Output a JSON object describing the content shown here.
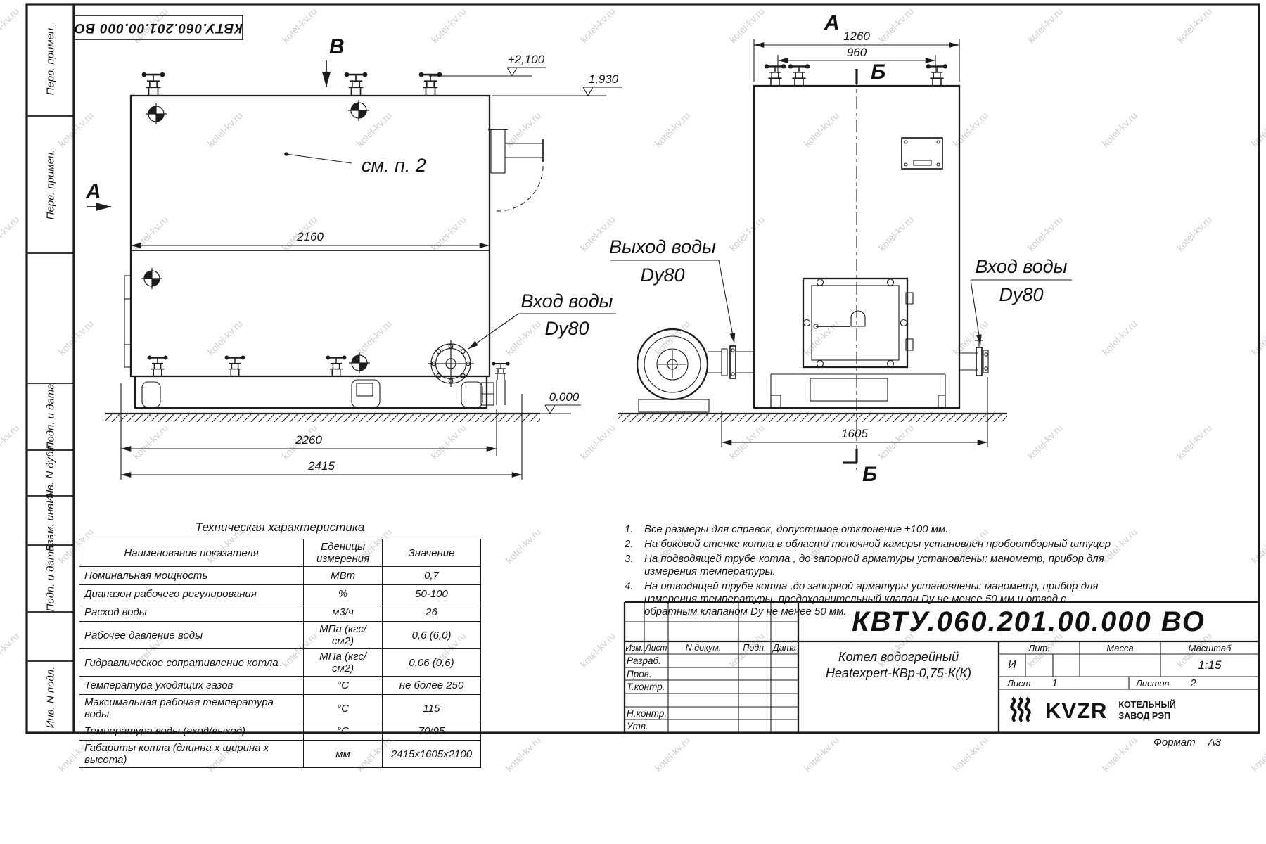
{
  "watermark": "kotel-kv.ru",
  "stamp_top_code": "КВТУ.060.201.00.000  ВО",
  "side_column": {
    "box1": "Перв. примен.",
    "box2": "Перв. примен.",
    "box3": "Подп. и дата",
    "box4": "Инв. N дубл.",
    "box5": "Взам. инв. N",
    "box6": "Подп. и дата",
    "box7": "Инв. N подл."
  },
  "drawing": {
    "view_b": "В",
    "view_a_left": "А",
    "view_a_right": "А",
    "section_b_top": "Б",
    "section_b_bottom": "Б",
    "see_item": "см. п. 2",
    "inlet_left": {
      "line1": "Вход воды",
      "line2": "Dy80"
    },
    "outlet_right_view": {
      "line1": "Выход воды",
      "line2": "Dy80"
    },
    "inlet_right_view": {
      "line1": "Вход воды",
      "line2": "Dy80"
    },
    "dims": {
      "width_top": "2160",
      "base": "2260",
      "overall_len": "2415",
      "front_width": "1260",
      "valve_span": "960",
      "depth": "1605",
      "elev_top": "+2,100",
      "elev_boiler": "1,930",
      "elev_zero": "0.000"
    }
  },
  "tech_table": {
    "title": "Техническая характеристика",
    "headers": [
      "Наименование показателя",
      "Еденицы измерения",
      "Значение"
    ],
    "rows": [
      [
        "Номинальная мощность",
        "МВт",
        "0,7"
      ],
      [
        "Диапазон рабочего регулирования",
        "%",
        "50-100"
      ],
      [
        "Расход воды",
        "м3/ч",
        "26"
      ],
      [
        "Рабочее давление воды",
        "МПа (кгс/см2)",
        "0,6 (6,0)"
      ],
      [
        "Гидравлическое сопративление котла",
        "МПа (кгс/см2)",
        "0,06 (0,6)"
      ],
      [
        "Температура уходящих газов",
        "°С",
        "не более 250"
      ],
      [
        "Максимальная рабочая температура воды",
        "°С",
        "115"
      ],
      [
        "Температура воды (вход/выход)",
        "°С",
        "70/95"
      ],
      [
        "Габариты котла (длинна х ширина х высота)",
        "мм",
        "2415х1605х2100"
      ]
    ]
  },
  "notes": {
    "n1": {
      "num": "1.",
      "text": "Все размеры для справок, допустимое отклонение  ±100 мм."
    },
    "n2": {
      "num": "2.",
      "text": "На боковой стенке котла в области топочной камеры установлен пробоотборный штуцер"
    },
    "n3": {
      "num": "3.",
      "text": "На  подводящей трубе котла , до запорной арматуры установлены: манометр, прибор для измерения температуры."
    },
    "n4": {
      "num": "4.",
      "text": "На отводящей трубе котла ,до запорной арматуры установлены: манометр, прибор для измерения температуры, предохранительный клапан  Dу не менее  50 мм и отвод с обратным клапаном  Dу не менее  50 мм."
    }
  },
  "title_block": {
    "code": "КВТУ.060.201.00.000  ВО",
    "product_line1": "Котел водогрейный",
    "product_line2": "Heatexpert-КВр-0,75-К(К)",
    "col_izm": "Изм.",
    "col_list": "Лист",
    "col_ndoc": "N докум.",
    "col_podp": "Подп.",
    "col_data": "Дата",
    "role_razrab": "Разраб.",
    "role_prov": "Пров.",
    "role_tkontr": "Т.контр.",
    "role_nkontr": "Н.контр.",
    "role_utv": "Утв.",
    "lit_label": "Лит.",
    "lit_value": "И",
    "mass_label": "Масса",
    "scale_label": "Масштаб",
    "scale_value": "1:15",
    "sheet_label": "Лист",
    "sheet_value": "1",
    "sheets_label": "Листов",
    "sheets_value": "2",
    "logo_text": "KVZR",
    "logo_line1": "КОТЕЛЬНЫЙ",
    "logo_line2": "ЗАВОД РЭП",
    "format_label": "Формат",
    "format_value": "А3"
  }
}
